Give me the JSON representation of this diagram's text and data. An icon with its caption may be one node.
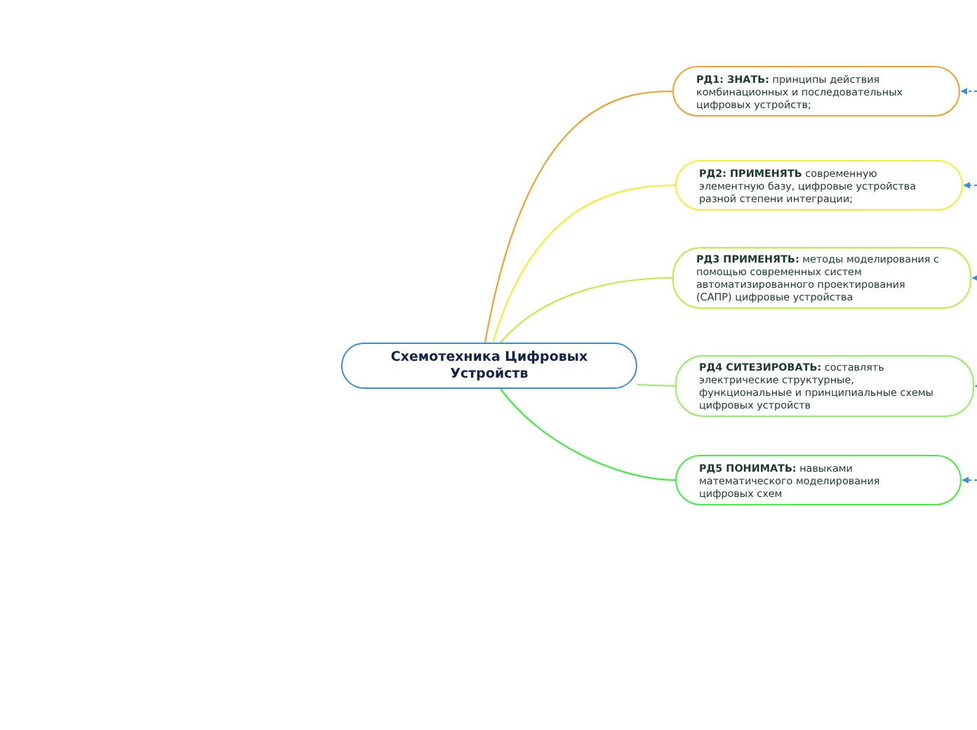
{
  "diagram": {
    "nodes": [
      {
        "text": [
          "Схемотехника Цифровых Устройств"
        ]
      },
      {
        "text": [
          "**РД1: ЗНАТЬ:** принципы  действия комбинационных  и  последовательных цифровых устройств;"
        ]
      },
      {
        "text": [
          "**РД2: ПРИМЕНЯТЬ** современную элементную  базу,  цифровые  устройства разной  степени интеграции;"
        ]
      },
      {
        "text": [
          "**РД3 ПРИМЕНЯТЬ:** методы моделирования с помощью современных систем автоматизированного проектирования (САПР) цифровые устройства"
        ]
      },
      {
        "text": [
          "**РД4 СИТЕЗИРОВАТЬ:** составлять электрические структурные, функциональные и принципиальные схемы цифровых устройств"
        ]
      },
      {
        "text": [
          "**РД5 ПОНИМАТЬ:** навыками математического моделирования цифровых схем"
        ]
      }
    ],
    "edges": [
      {
        "from": 0,
        "to": 1,
        "arrow": "none",
        "color": "#f5a02a"
      },
      {
        "from": 0,
        "to": 2,
        "arrow": "none",
        "color": "#f0f030"
      },
      {
        "from": 0,
        "to": 3,
        "arrow": "none",
        "color": "#b8f03a"
      },
      {
        "from": 0,
        "to": 4,
        "arrow": "none",
        "color": "#90f060"
      },
      {
        "from": 0,
        "to": 5,
        "arrow": "none",
        "color": "#3cf03c"
      },
      {
        "from": null,
        "to": 1,
        "arrow": "to",
        "style": "dashed",
        "color": "#3a8fdc"
      },
      {
        "from": null,
        "to": 2,
        "arrow": "to",
        "style": "dashed",
        "color": "#3a8fdc"
      },
      {
        "from": null,
        "to": 3,
        "arrow": "to",
        "style": "dashed",
        "color": "#3a8fdc"
      },
      {
        "from": null,
        "to": 4,
        "arrow": "to",
        "style": "dashed",
        "color": "#3a8fdc"
      },
      {
        "from": null,
        "to": 5,
        "arrow": "to",
        "style": "dashed",
        "color": "#3a8fdc"
      }
    ]
  }
}
